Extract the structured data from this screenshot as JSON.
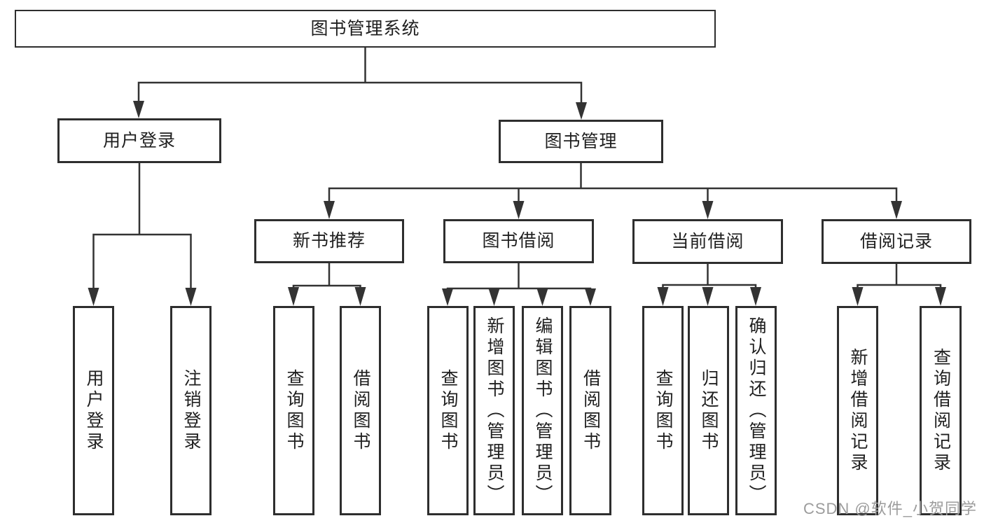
{
  "diagram_title": "图书管理系统",
  "tree": {
    "label": "图书管理系统",
    "children": [
      {
        "label": "用户登录",
        "children": [
          {
            "label": "用户登录"
          },
          {
            "label": "注销登录"
          }
        ]
      },
      {
        "label": "图书管理",
        "children": [
          {
            "label": "新书推荐",
            "children": [
              {
                "label": "查询图书"
              },
              {
                "label": "借阅图书"
              }
            ]
          },
          {
            "label": "图书借阅",
            "children": [
              {
                "label": "查询图书"
              },
              {
                "label": "新增图书（管理员）"
              },
              {
                "label": "编辑图书（管理员）"
              },
              {
                "label": "借阅图书"
              }
            ]
          },
          {
            "label": "当前借阅",
            "children": [
              {
                "label": "查询图书"
              },
              {
                "label": "归还图书"
              },
              {
                "label": "确认归还（管理员）"
              }
            ]
          },
          {
            "label": "借阅记录",
            "children": [
              {
                "label": "新增借阅记录"
              },
              {
                "label": "查询借阅记录"
              }
            ]
          }
        ]
      }
    ]
  },
  "watermark": {
    "text": "CSDN @软件_小贺同学"
  },
  "colors": {
    "line": "#333333",
    "box_border": "#2e2e2e",
    "text": "#1f1f1f",
    "watermark": "#9c9c9c",
    "background": "#ffffff"
  }
}
